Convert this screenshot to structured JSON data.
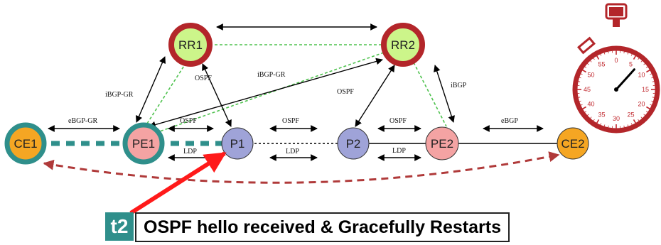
{
  "nodes": {
    "ce1": "CE1",
    "pe1": "PE1",
    "p1": "P1",
    "p2": "P2",
    "pe2": "PE2",
    "ce2": "CE2",
    "rr1": "RR1",
    "rr2": "RR2"
  },
  "labels": {
    "ibgp_gr_left": "iBGP-GR",
    "ibgp_gr_mid": "iBGP-GR",
    "ibgp_right": "iBGP",
    "ebgp_gr": "eBGP-GR",
    "ebgp": "eBGP",
    "ospf_rr1_p1": "OSPF",
    "ospf_rr2_p2": "OSPF",
    "ospf_pe1_p1": "OSPF",
    "ospf_p1_p2": "OSPF",
    "ospf_p2_pe2": "OSPF",
    "ldp_pe1_p1": "LDP",
    "ldp_p1_p2": "LDP",
    "ldp_p2_pe2": "LDP"
  },
  "stopwatch": {
    "dial": [
      "0",
      "5",
      "10",
      "15",
      "20",
      "25",
      "30",
      "35",
      "40",
      "45",
      "50",
      "55"
    ],
    "hand_seconds": 7
  },
  "step": {
    "badge": "t2",
    "caption": "OSPF hello received & Gracefully Restarts"
  },
  "colors": {
    "teal": "#2f8f8b",
    "orange": "#f5a623",
    "pink": "#f4a3a3",
    "lavender": "#9fa3d8",
    "lime": "#ccf58a",
    "crimson": "#b3262a",
    "red": "#ff1a1a",
    "green_dash": "#4fc24f"
  }
}
